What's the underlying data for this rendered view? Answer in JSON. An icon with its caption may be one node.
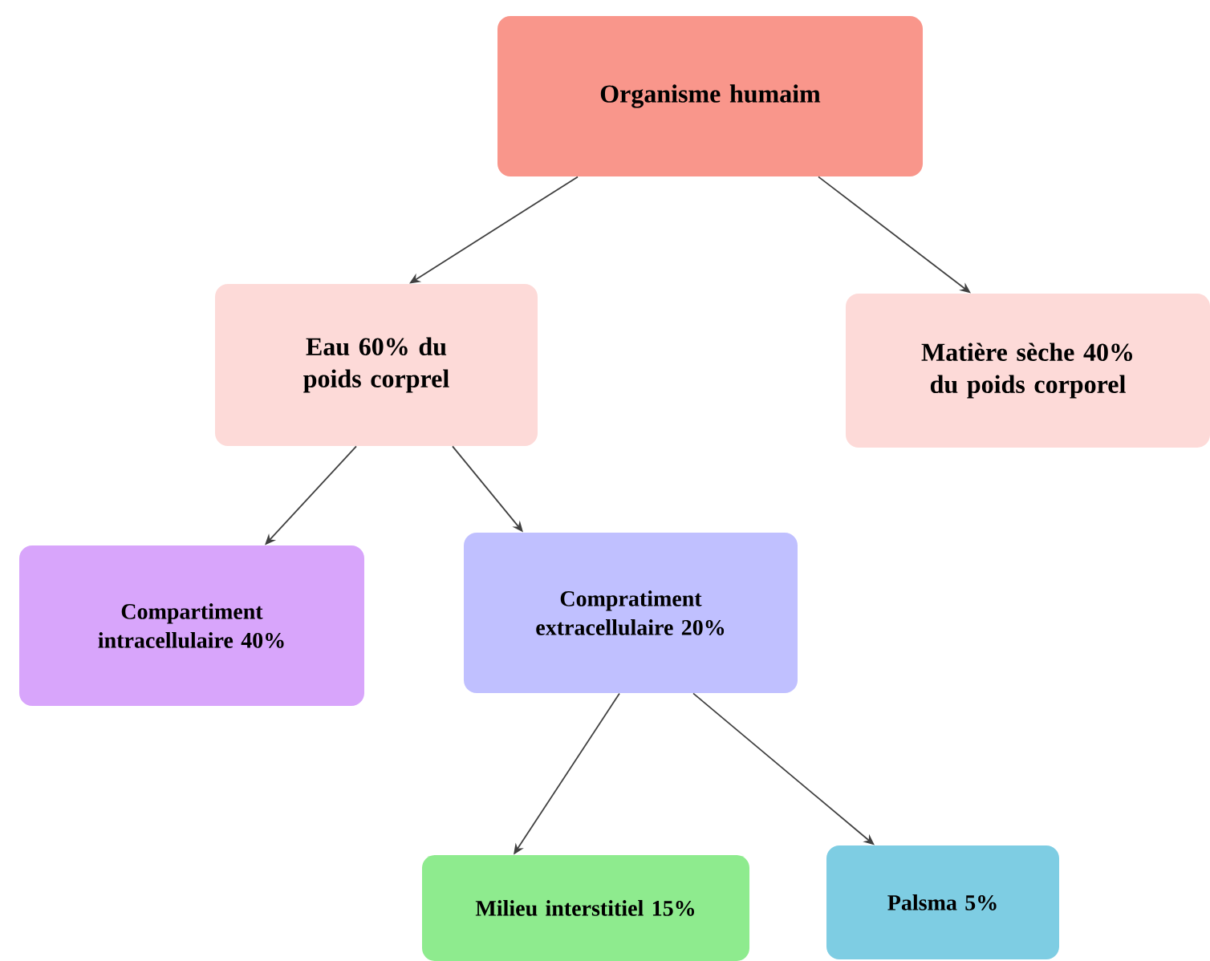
{
  "diagram": {
    "nodes": [
      {
        "text": [
          "Organisme humaim"
        ]
      },
      {
        "text": [
          "Eau 60% du poids corprel"
        ]
      },
      {
        "text": [
          "Matière sèche 40% du poids corporel"
        ]
      },
      {
        "text": [
          "Compartiment intracellulaire 40%"
        ]
      },
      {
        "text": [
          "Compratiment extracellulaire 20%"
        ]
      },
      {
        "text": [
          "Milieu interstitiel 15%"
        ]
      },
      {
        "text": [
          "Palsma 5%"
        ]
      }
    ],
    "edges": [
      {
        "from": 0,
        "to": 1,
        "arrow": "to"
      },
      {
        "from": 0,
        "to": 2,
        "arrow": "to"
      },
      {
        "from": 1,
        "to": 3,
        "arrow": "to"
      },
      {
        "from": 1,
        "to": 4,
        "arrow": "to"
      },
      {
        "from": 4,
        "to": 5,
        "arrow": "to"
      },
      {
        "from": 4,
        "to": 6,
        "arrow": "to"
      }
    ]
  }
}
